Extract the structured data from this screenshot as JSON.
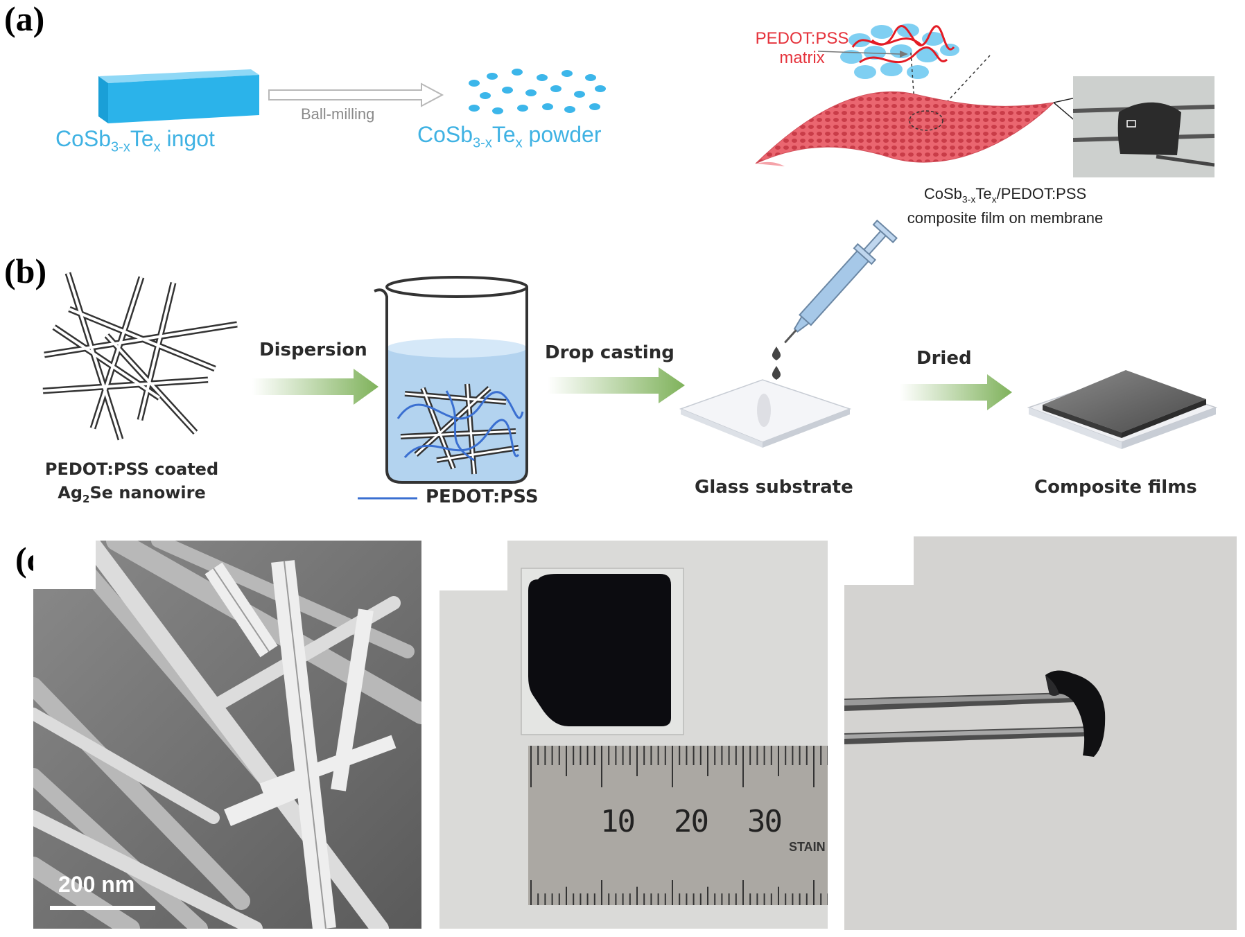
{
  "panels": {
    "a": "(a)",
    "b": "(b)",
    "c": "(c)"
  },
  "panel_a": {
    "ingot_main": "CoSb",
    "ingot_sub": "3-x",
    "ingot_te": "Te",
    "ingot_x": "x",
    "ingot_tail": " ingot",
    "arrow_label": "Ball-milling",
    "powder_main": "CoSb",
    "powder_sub": "3-x",
    "powder_te": "Te",
    "powder_x": "x",
    "powder_tail": " powder",
    "matrix_line1": "PEDOT:PSS",
    "matrix_line2": "matrix",
    "film_main": "CoSb",
    "film_sub": "3-x",
    "film_te": "Te",
    "film_x": "x",
    "film_tail": "/PEDOT:PSS",
    "film_line2": "composite film on membrane"
  },
  "panel_b": {
    "nanowire_line1": "PEDOT:PSS coated",
    "nanowire_ag": "Ag",
    "nanowire_sub": "2",
    "nanowire_tail": "Se nanowire",
    "step1": "Dispersion",
    "step2": "Drop casting",
    "step3": "Dried",
    "legend_label": "PEDOT:PSS",
    "glass_label": "Glass substrate",
    "films_label": "Composite films"
  },
  "panel_c": {
    "scale_bar_label": "200 nm",
    "ruler_labels": [
      "10",
      "20",
      "30"
    ],
    "ruler_brand": "STAIN"
  },
  "colors": {
    "ingot": "#2bb3ea",
    "powder": "#3cb6ea",
    "film_red": "#e25560",
    "pedot_blue": "#3a6fd1",
    "arrow_green": "#7fb25b"
  }
}
